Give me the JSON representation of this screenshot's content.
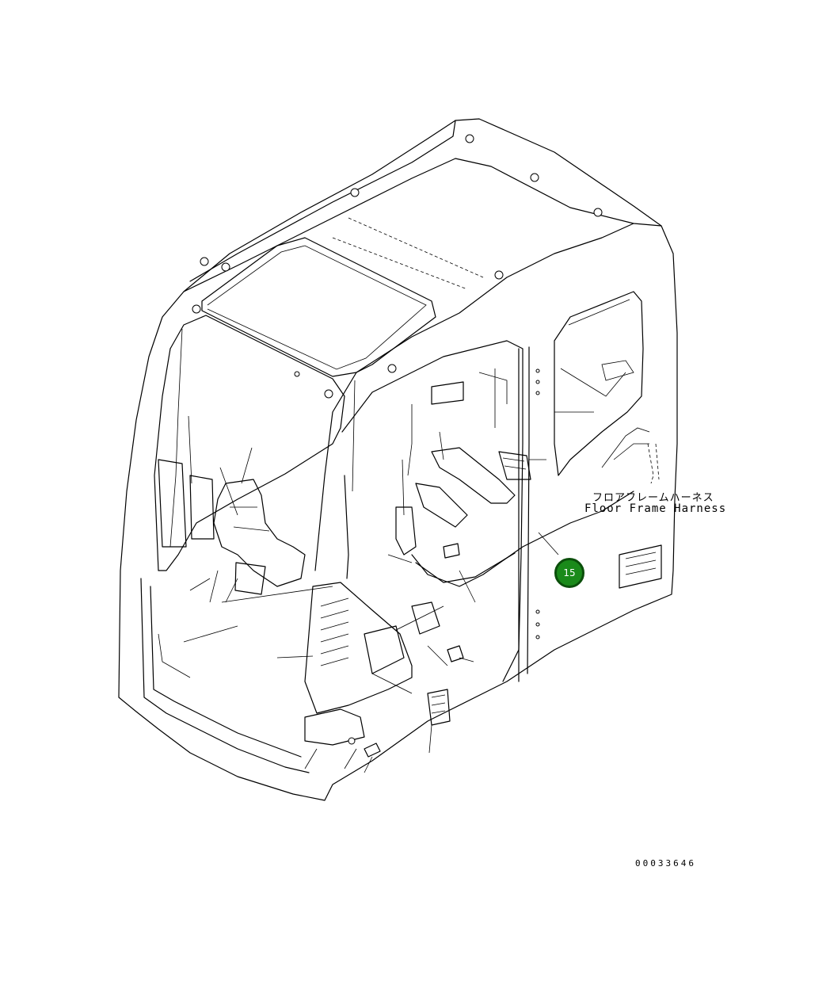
{
  "labels": {
    "harness_jp": "フロアフレームハーネス",
    "harness_en": "Floor Frame Harness"
  },
  "callout": {
    "number": "15",
    "fill_color": "#1a8a1a",
    "ring_color": "#0b4f0b"
  },
  "drawing_number": "00033646"
}
